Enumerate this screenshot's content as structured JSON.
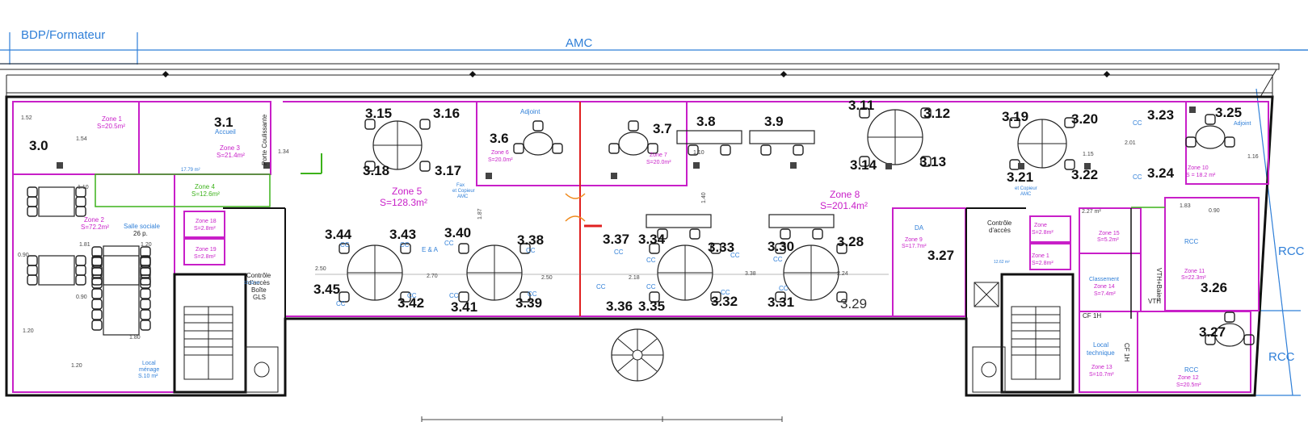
{
  "top_labels": {
    "bdp": "BDP/Formateur",
    "amc": "AMC",
    "rcc_right_1": "RCC",
    "rcc_right_2": "RCC"
  },
  "colors": {
    "blue": "#2f7fd8",
    "magenta": "#c81fc8",
    "green": "#3cb21a",
    "red": "#e02020",
    "orange": "#f08a1c",
    "wall": "#111111"
  },
  "rooms": {
    "r3_0": "3.0",
    "zone1_name": "Zone 1",
    "zone1_area": "S=20.5m²",
    "r3_1": "3.1",
    "accueil": "Accueil",
    "zone3_name": "Zone 3",
    "zone3_area": "S=21.4m²",
    "porte": "Porte Coulissante",
    "zone4_name": "Zone 4",
    "zone4_area": "S=12.6m²",
    "zone2_name": "Zone 2",
    "zone2_area": "S=72.2m²",
    "salle_sociale": "Salle sociale",
    "salle_places": "26 p.",
    "zone18_name": "Zone 18",
    "zone18_area": "S=2.8m²",
    "zone19_name": "Zone 19",
    "zone19_area": "S=2.8m²",
    "controle_1": "Contrôle",
    "controle_2": "d'accès",
    "controle_3": "Boîte",
    "controle_4": "GLS",
    "local_menage_1": "Local",
    "local_menage_2": "ménage",
    "local_menage_3": "S.10 m²",
    "r3_15": "3.15",
    "r3_16": "3.16",
    "r3_18": "3.18",
    "r3_17": "3.17",
    "zone5_name": "Zone 5",
    "zone5_area": "S=128.3m²",
    "fax_1": "Fax",
    "fax_2": "et Copieur",
    "fax_3": "AMC",
    "adjoint": "Adjoint",
    "r3_6": "3.6",
    "zone6_name": "Zone 6",
    "zone6_area": "S=20.0m²",
    "r3_7": "3.7",
    "zone7_name": "Zone 7",
    "zone7_area": "S=20.0m²",
    "r3_8": "3.8",
    "r3_9": "3.9",
    "r3_11": "3.11",
    "r3_12": "3.12",
    "r3_14": "3.14",
    "r3_13": "3.13",
    "zone8_name": "Zone 8",
    "zone8_area": "S=201.4m²",
    "r3_19": "3.19",
    "r3_20": "3.20",
    "r3_21": "3.21",
    "r3_22": "3.22",
    "r3_23": "3.23",
    "r3_25": "3.25",
    "r3_24": "3.24",
    "adjoint2": "Adjoint",
    "zone10_name": "Zone 10",
    "zone10_area": "S = 18.2 m²",
    "fax2_1": "et Copieur",
    "fax2_2": "AMC",
    "r3_44": "3.44",
    "r3_43": "3.43",
    "r3_40": "3.40",
    "r3_38": "3.38",
    "r3_45": "3.45",
    "r3_42": "3.42",
    "r3_41": "3.41",
    "r3_39": "3.39",
    "ea": "E & A",
    "r3_37": "3.37",
    "r3_34": "3.34",
    "r3_33": "3.33",
    "r3_30": "3.30",
    "r3_28": "3.28",
    "r3_36": "3.36",
    "r3_35": "3.35",
    "r3_32": "3.32",
    "r3_31": "3.31",
    "r3_29": "3.29",
    "cc": "CC",
    "da": "DA",
    "zone9_name": "Zone 9",
    "zone9_area": "S=17.7m²",
    "r3_27a": "3.27",
    "controle_acces_1": "Contrôle",
    "controle_acces_2": "d'accès",
    "zone16_name": "Zone",
    "zone16_area": "S=2.8m²",
    "zone17_name": "Zone 1",
    "zone17_area": "S=2.8m²",
    "zone15_name": "Zone 15",
    "zone15_area": "S=5.2m²",
    "classement_1": "Classement",
    "zone14_name": "Zone 14",
    "zone14_area": "S=7.4m²",
    "vth": "VTH+Baies",
    "rcc_a": "RCC",
    "zone11_name": "Zone 11",
    "zone11_area": "S=22.3m²",
    "r3_26": "3.26",
    "local_tech_1": "Local",
    "local_tech_2": "technique",
    "zone13_name": "Zone 13",
    "zone13_area": "S=10.7m²",
    "r3_27b": "3.27",
    "rcc_b": "RCC",
    "zone12_name": "Zone 12",
    "zone12_area": "S=20.5m²",
    "cf1": "CF 1H",
    "cf2": "CF 1H",
    "vth2": "VTH"
  },
  "dimensions": {
    "d1": "1.52",
    "d2": "1.54",
    "d3": "1.10",
    "d4": "1.34",
    "d5": "17.79 m²",
    "d6": "1.81",
    "d7": "1.20",
    "d8": "0.90",
    "d9": "0.90",
    "d10": "1.80",
    "d11": "1.20",
    "d12": "1.20",
    "d13": "2.50",
    "d14": "2.70",
    "d15": "2.50",
    "d16": "2.18",
    "d17": "3.38",
    "d18": "2.24",
    "d19": "1.10",
    "d20": "1.40",
    "d21": "1.15",
    "d22": "2.01",
    "d23": "1.16",
    "d24": "1.83",
    "d25": "12.62 m²",
    "d26": "12.62 m²",
    "d27": "1.87",
    "d28": "0.90",
    "d29": "2.27 m²"
  }
}
